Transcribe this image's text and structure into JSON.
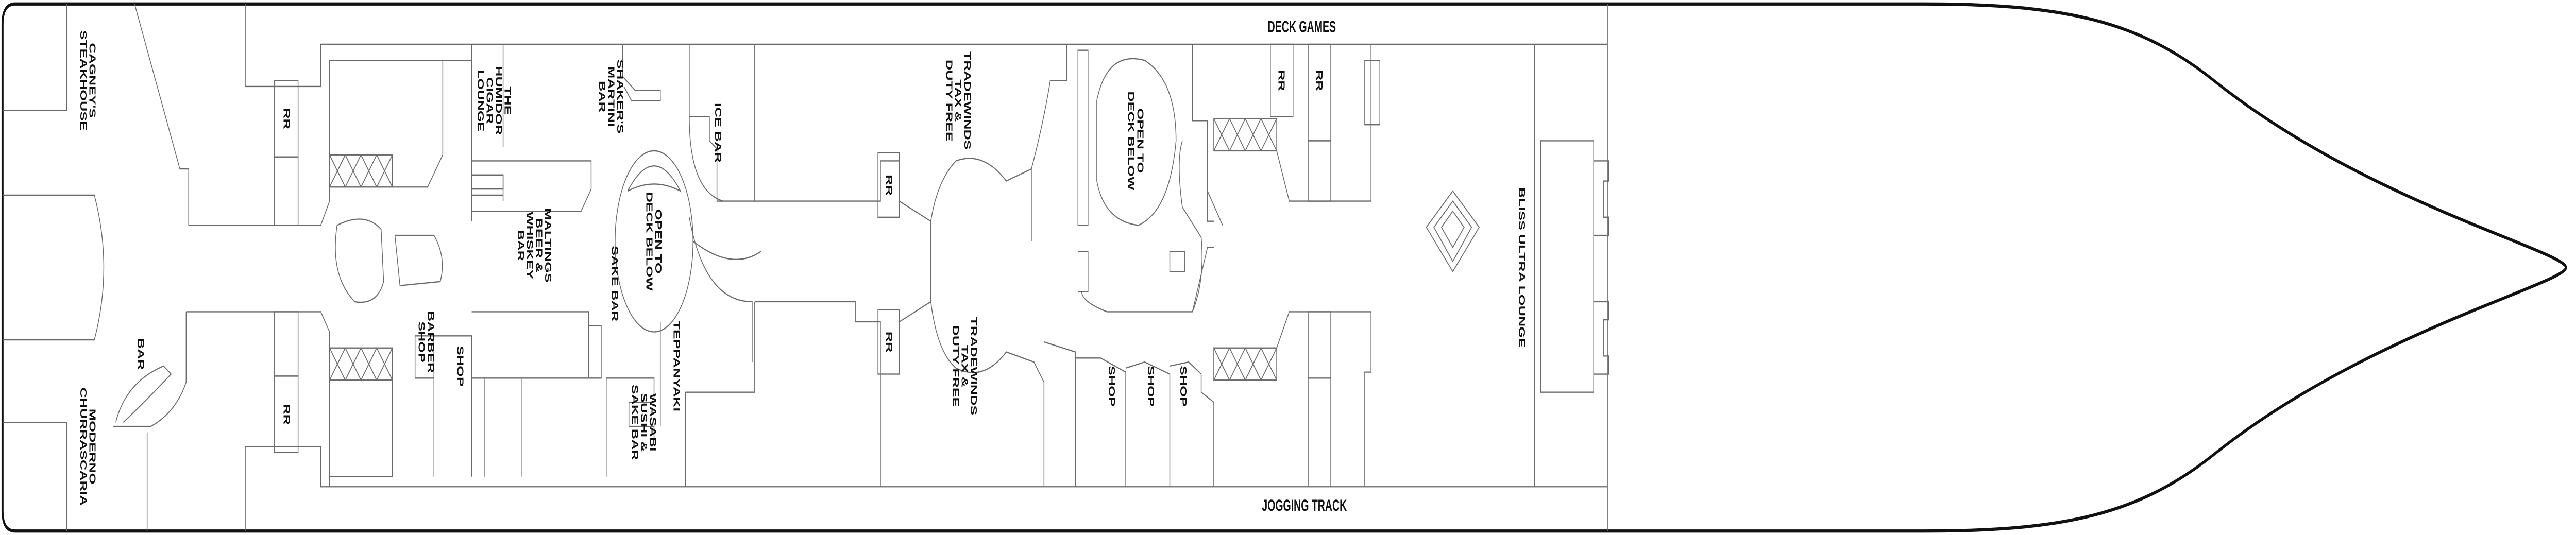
{
  "deck": {
    "top_label": "DECK GAMES",
    "bottom_label": "JOGGING TRACK"
  },
  "venues": [
    {
      "id": "cagneys",
      "lines": [
        "CAGNEY'S",
        "STEAKHOUSE"
      ]
    },
    {
      "id": "moderno",
      "lines": [
        "MODERNO",
        "CHURRASCARIA"
      ]
    },
    {
      "id": "bar-aft",
      "lines": [
        "BAR"
      ]
    },
    {
      "id": "rr-1",
      "lines": [
        "RR"
      ]
    },
    {
      "id": "rr-2",
      "lines": [
        "RR"
      ]
    },
    {
      "id": "humidor",
      "lines": [
        "THE",
        "HUMIDOR",
        "CIGAR",
        "LOUNGE"
      ]
    },
    {
      "id": "shakers",
      "lines": [
        "SHAKER'S",
        "MARTINI",
        "BAR"
      ]
    },
    {
      "id": "maltings",
      "lines": [
        "MALTINGS",
        "BEER &",
        "WHISKEY",
        "BAR"
      ]
    },
    {
      "id": "open-1",
      "lines": [
        "OPEN TO",
        "DECK BELOW"
      ]
    },
    {
      "id": "ice-bar",
      "lines": [
        "ICE BAR"
      ]
    },
    {
      "id": "sake-bar",
      "lines": [
        "SAKE BAR"
      ]
    },
    {
      "id": "wasabi",
      "lines": [
        "WASABI",
        "SUSHI &",
        "SAKE BAR"
      ]
    },
    {
      "id": "teppanyaki",
      "lines": [
        "TEPPANYAKI"
      ]
    },
    {
      "id": "barber",
      "lines": [
        "BARBER",
        "SHOP"
      ]
    },
    {
      "id": "shop-1",
      "lines": [
        "SHOP"
      ]
    },
    {
      "id": "rr-3",
      "lines": [
        "RR"
      ]
    },
    {
      "id": "rr-4",
      "lines": [
        "RR"
      ]
    },
    {
      "id": "tradewinds-1",
      "lines": [
        "TRADEWINDS",
        "TAX &",
        "DUTY FREE"
      ]
    },
    {
      "id": "tradewinds-2",
      "lines": [
        "TRADEWINDS",
        "TAX &",
        "DUTY FREE"
      ]
    },
    {
      "id": "open-2",
      "lines": [
        "OPEN TO",
        "DECK BELOW"
      ]
    },
    {
      "id": "rr-5",
      "lines": [
        "RR"
      ]
    },
    {
      "id": "rr-6",
      "lines": [
        "RR"
      ]
    },
    {
      "id": "shop-2",
      "lines": [
        "SHOP"
      ]
    },
    {
      "id": "shop-3",
      "lines": [
        "SHOP"
      ]
    },
    {
      "id": "shop-4",
      "lines": [
        "SHOP"
      ]
    },
    {
      "id": "bliss",
      "lines": [
        "BLISS ULTRA LOUNGE"
      ]
    }
  ],
  "colors": {
    "outline": "#111111",
    "walls": "#6a6a6a",
    "background": "#ffffff"
  }
}
